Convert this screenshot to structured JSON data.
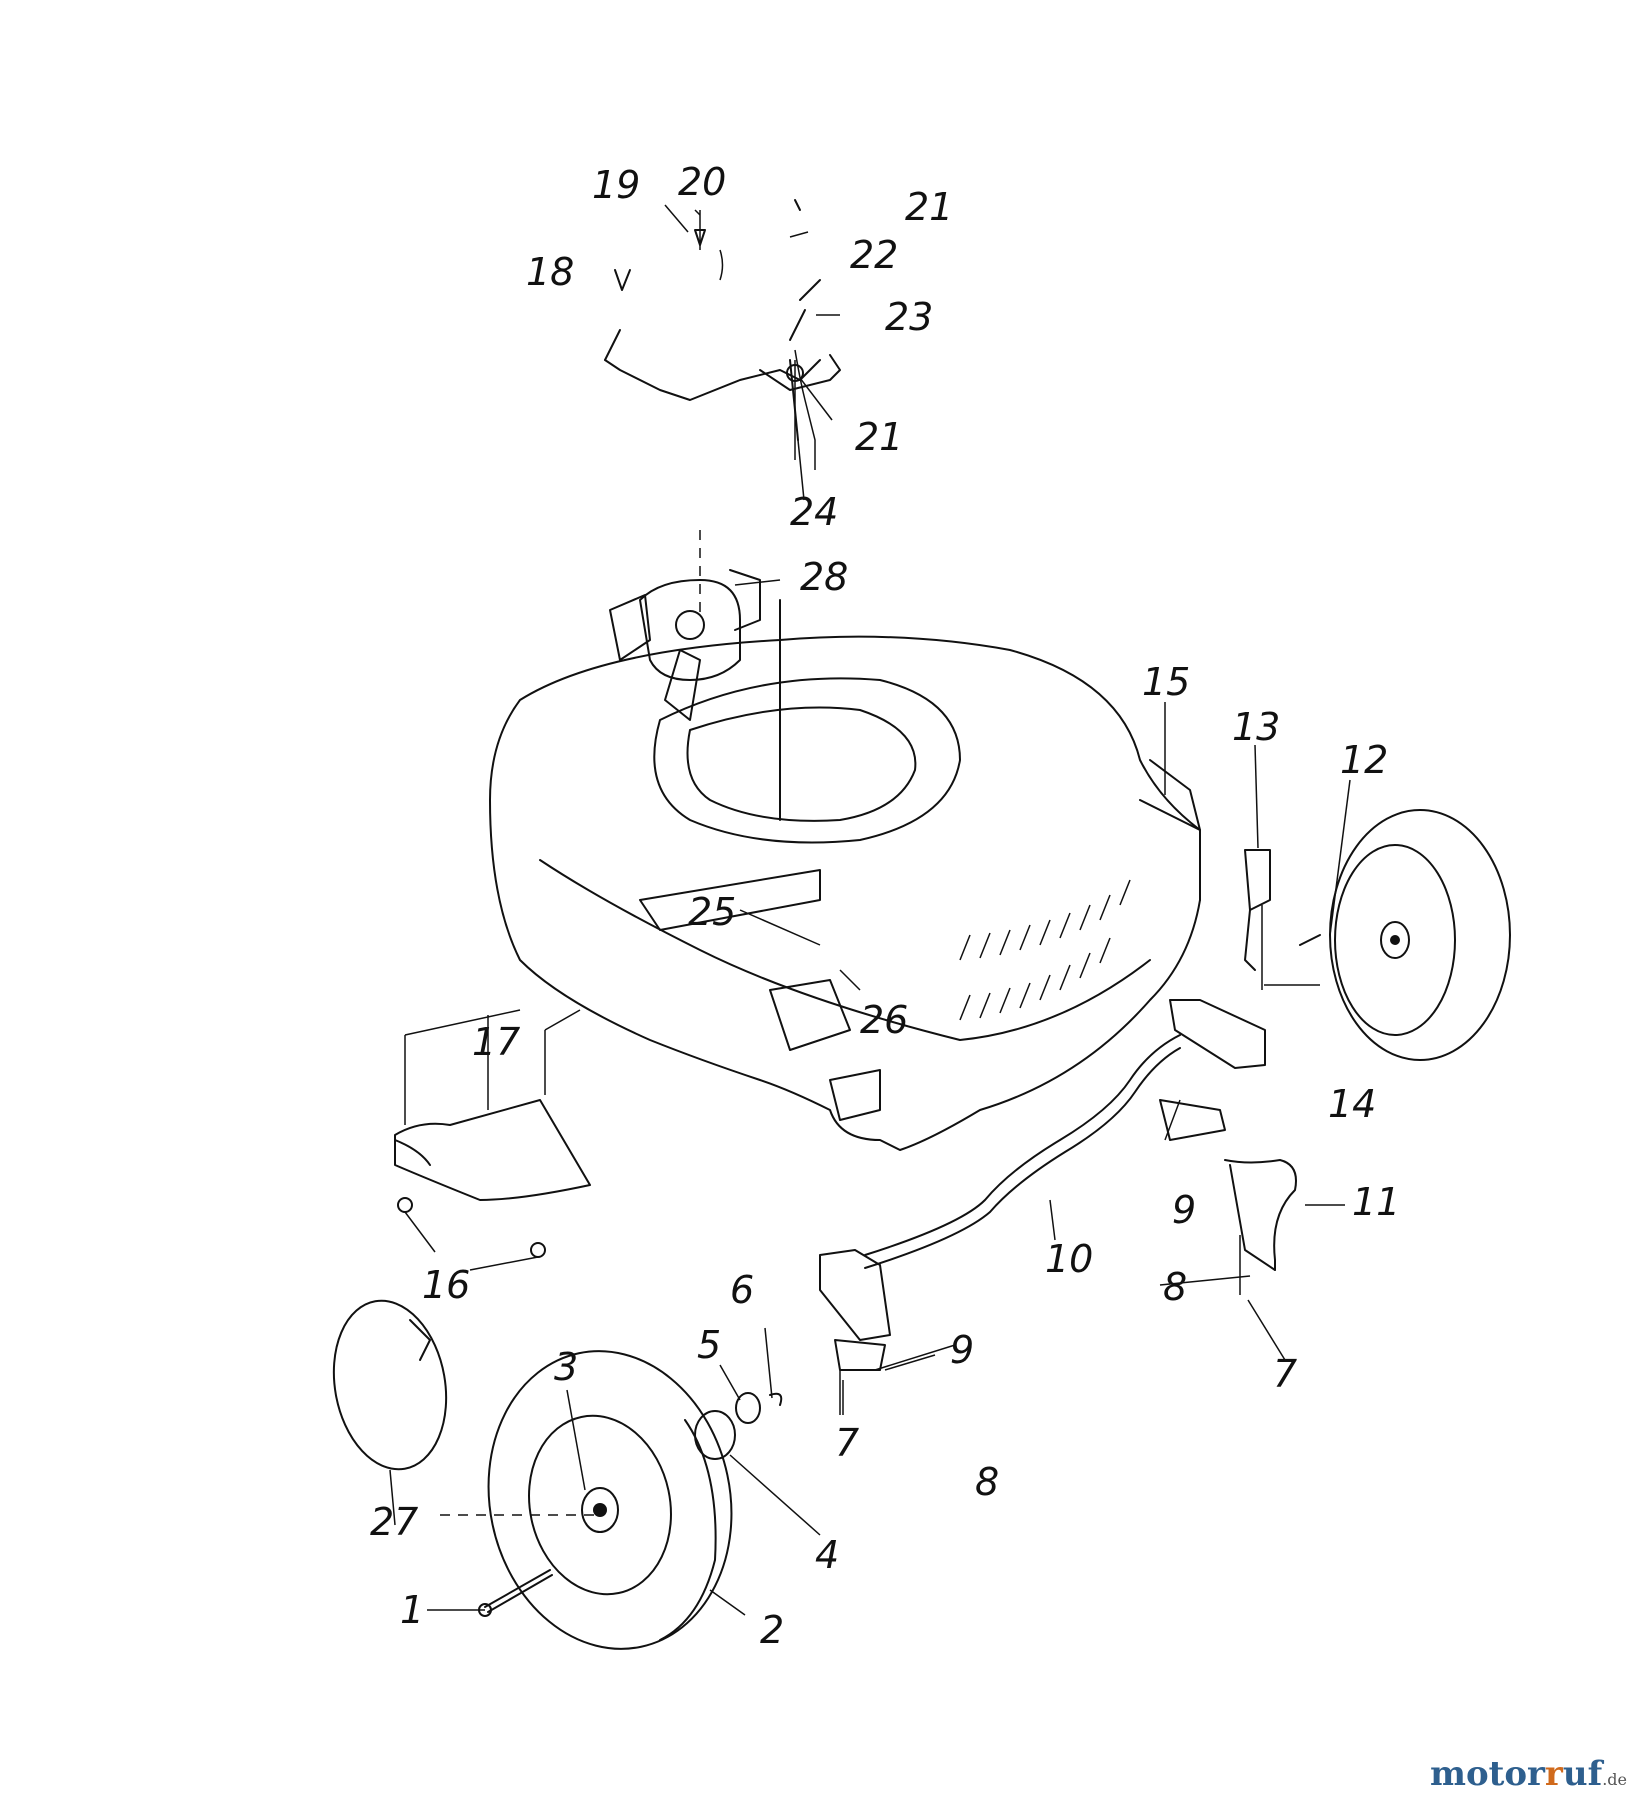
{
  "callouts": {
    "c1": "1",
    "c2": "2",
    "c3": "3",
    "c4": "4",
    "c5": "5",
    "c6": "6",
    "c7a": "7",
    "c7b": "7",
    "c8a": "8",
    "c8b": "8",
    "c9a": "9",
    "c9b": "9",
    "c10": "10",
    "c11": "11",
    "c12": "12",
    "c13": "13",
    "c14": "14",
    "c15": "15",
    "c16": "16",
    "c17": "17",
    "c18": "18",
    "c19": "19",
    "c20": "20",
    "c21a": "21",
    "c21b": "21",
    "c22": "22",
    "c23": "23",
    "c24": "24",
    "c25": "25",
    "c26": "26",
    "c27": "27",
    "c28": "28"
  },
  "watermark": {
    "brand_part1": "motor",
    "brand_part2": "uf",
    "brand_sep": "r",
    "suffix": ".de"
  }
}
